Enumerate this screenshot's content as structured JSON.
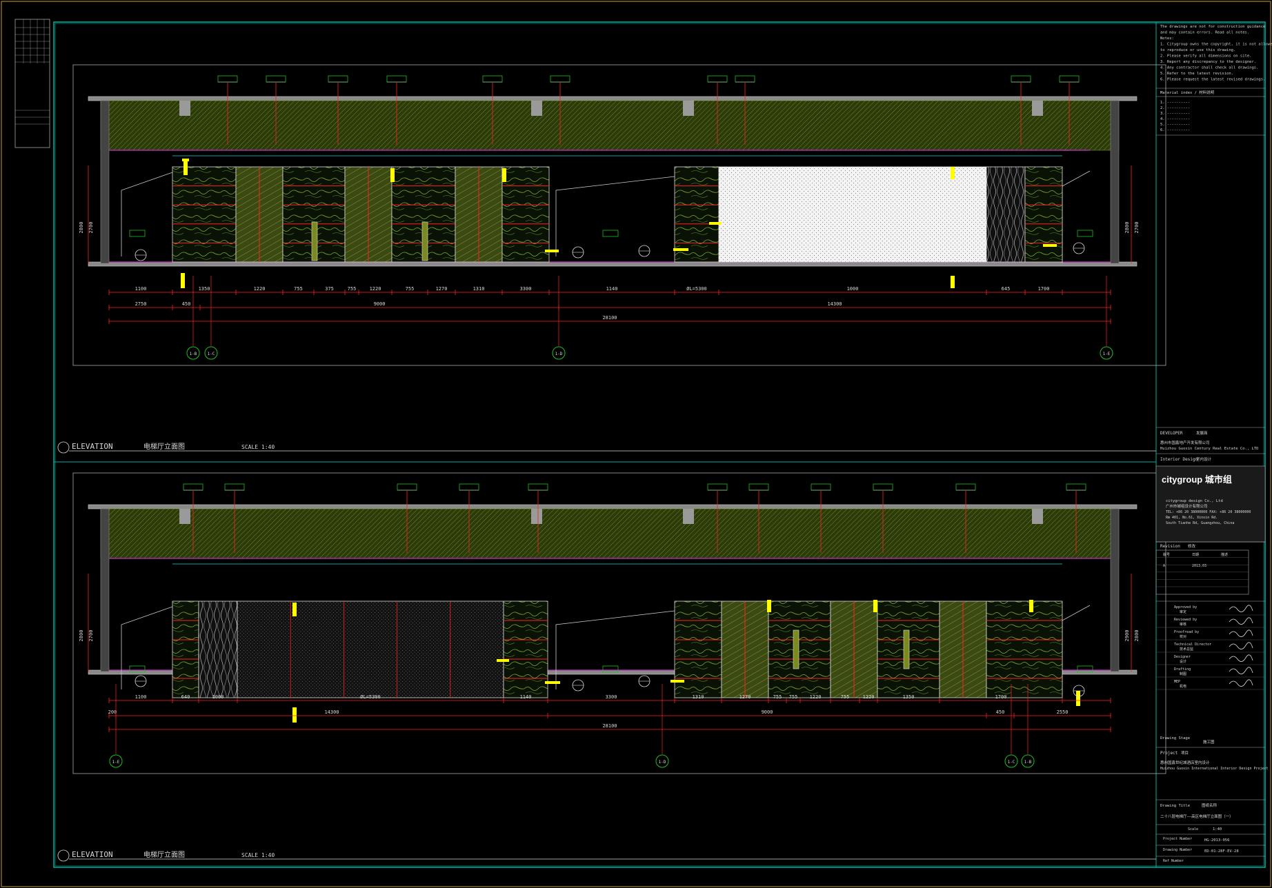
{
  "colors": {
    "frame": "#00b0a0",
    "gold": "#c8a020",
    "red": "#ff2020",
    "green_tag": "#20c020",
    "yellow": "#ffff00",
    "magenta": "#c030c0",
    "cyan": "#20d0d0",
    "olive": "#3a4a10",
    "grey": "#a0a0a0"
  },
  "elevation_upper": {
    "title": "ELEVATION",
    "subtitle": "电梯厅立面图",
    "scale": "SCALE  1:40",
    "dims_row1": [
      "1100",
      "1350",
      "1220",
      "755",
      "375",
      "755",
      "1220",
      "755",
      "1270",
      "1310",
      "3300",
      "1140",
      "ØL=5300",
      "1000",
      "645",
      "1700"
    ],
    "dims_row2": [
      "2750",
      "450",
      "9000",
      "14300"
    ],
    "dims_total": "28100",
    "grid": [
      "1-B",
      "1-C",
      "1-D",
      "1-E"
    ],
    "heights": [
      "2800",
      "2700",
      "2800",
      "2700"
    ]
  },
  "elevation_lower": {
    "title": "ELEVATION",
    "subtitle": "电梯厅立面图",
    "scale": "SCALE  1:40",
    "dims_row1": [
      "1100",
      "640",
      "1000",
      "ØL=5300",
      "1140",
      "3300",
      "1310",
      "1270",
      "755",
      "755",
      "1220",
      "755",
      "1220",
      "1350",
      "1700"
    ],
    "dims_row2": [
      "200",
      "14300",
      "9000",
      "450",
      "2550"
    ],
    "dims_total": "28100",
    "grid": [
      "1-E",
      "1-D",
      "1-C",
      "1-B"
    ],
    "heights": [
      "2800",
      "2700",
      "2900",
      "2800"
    ]
  },
  "title_block": {
    "notes": [
      "The drawings are not for construction guidance",
      "and may contain errors. Read all notes.",
      "Notes:",
      "1. Citygroup owns the copyright, it is not allowed",
      "   to reproduce or use this drawing.",
      "2. Please verify all dimensions on site.",
      "3. Report any discrepancy to the designer.",
      "4. Any contractor shall check all drawings.",
      "5. Refer to the latest revision.",
      "6. Please request the latest revised drawings."
    ],
    "developer_label": "DEVELOPER",
    "developer_cn": "发展商",
    "developer_name_cn": "惠州市国鑫地产开发有限公司",
    "developer_name_en": "Huizhou Guoxin Century Real Estate Co., LTD",
    "interior_label": "Interior Design",
    "interior_cn": "室内设计",
    "company_logo": "citygroup 城市组",
    "company_en": "citygroup design Co., Ltd",
    "company_cn": "广州市城组设计有限公司",
    "company_tel": "TEL: +86 20 38000000  FAX: +86 20 38000000",
    "company_addr": "Rm 401, No.61, Xinxin Rd.",
    "company_addr2": "South Tianhe Rd, Guangzhou, China",
    "revision_label": "Revision",
    "revision_cn": "修改",
    "rev_cols": [
      "版号",
      "日期",
      "描述"
    ],
    "rev_rows": [
      [
        "A",
        "2013.03",
        ""
      ]
    ],
    "approvals": [
      [
        "Approved by",
        "审定"
      ],
      [
        "Reviewed by",
        "审核"
      ],
      [
        "Proofread by",
        "校对"
      ],
      [
        "Technical Director",
        "技术总监"
      ],
      [
        "Designer",
        "设计"
      ],
      [
        "Drafting",
        "制图"
      ],
      [
        "MEP",
        "机电"
      ]
    ],
    "drawing_stage_label": "Drawing Stage",
    "drawing_stage_value": "施工图",
    "project_label": "Project",
    "project_cn": "项目",
    "project_name_cn": "惠州国鑫世纪城酒店室内设计",
    "project_name_en": "Huizhou Guoxin International Interior Design Project",
    "drawing_title_label": "Drawing Title",
    "drawing_title_cn": "图纸名称",
    "drawing_title_value": "二十八层电梯厅——高区电梯厅立面图（一）",
    "scale_label": "Scale",
    "scale_value": "1:40",
    "project_number_label": "Project Number",
    "project_number_value": "HG-2013-056",
    "drawing_number_label": "Drawing Number",
    "drawing_number_value": "ED-01-28F-EV-28",
    "ref_number_label": "Ref Number"
  }
}
